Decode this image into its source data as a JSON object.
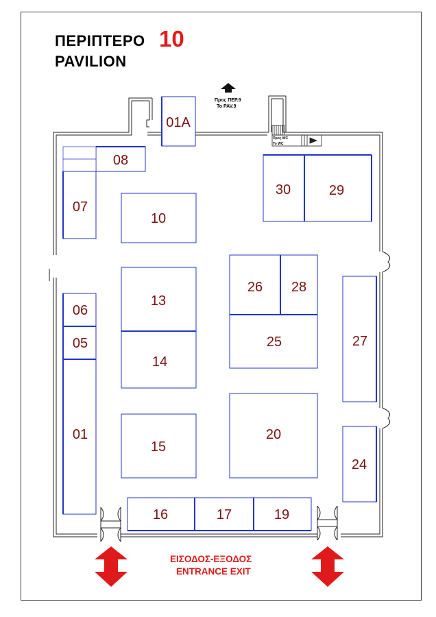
{
  "title": {
    "greek": "ΠΕΡΙΠΤΕΡΟ",
    "number": "10",
    "english": "PAVILION"
  },
  "directions": {
    "to_pavilion_9_gr": "Προς ΠΕΡ.9",
    "to_pavilion_9_en": "To PAV.9",
    "to_wc_gr": "Προς WC",
    "to_wc_en": "To WC"
  },
  "entrance": {
    "greek": "ΕΙΣΟΔΟΣ-ΕΞΟΔΟΣ",
    "english": "ENTRANCE  EXIT"
  },
  "booths": [
    {
      "id": "01A"
    },
    {
      "id": "08"
    },
    {
      "id": "07"
    },
    {
      "id": "10"
    },
    {
      "id": "30"
    },
    {
      "id": "29"
    },
    {
      "id": "06"
    },
    {
      "id": "05"
    },
    {
      "id": "01"
    },
    {
      "id": "13"
    },
    {
      "id": "14"
    },
    {
      "id": "15"
    },
    {
      "id": "26"
    },
    {
      "id": "28"
    },
    {
      "id": "25"
    },
    {
      "id": "27"
    },
    {
      "id": "20"
    },
    {
      "id": "24"
    },
    {
      "id": "16"
    },
    {
      "id": "17"
    },
    {
      "id": "19"
    }
  ],
  "colors": {
    "booth_outline": "#2233cc",
    "booth_label": "#7a1010",
    "wall": "#222222",
    "accent_red": "#e01a1a"
  }
}
